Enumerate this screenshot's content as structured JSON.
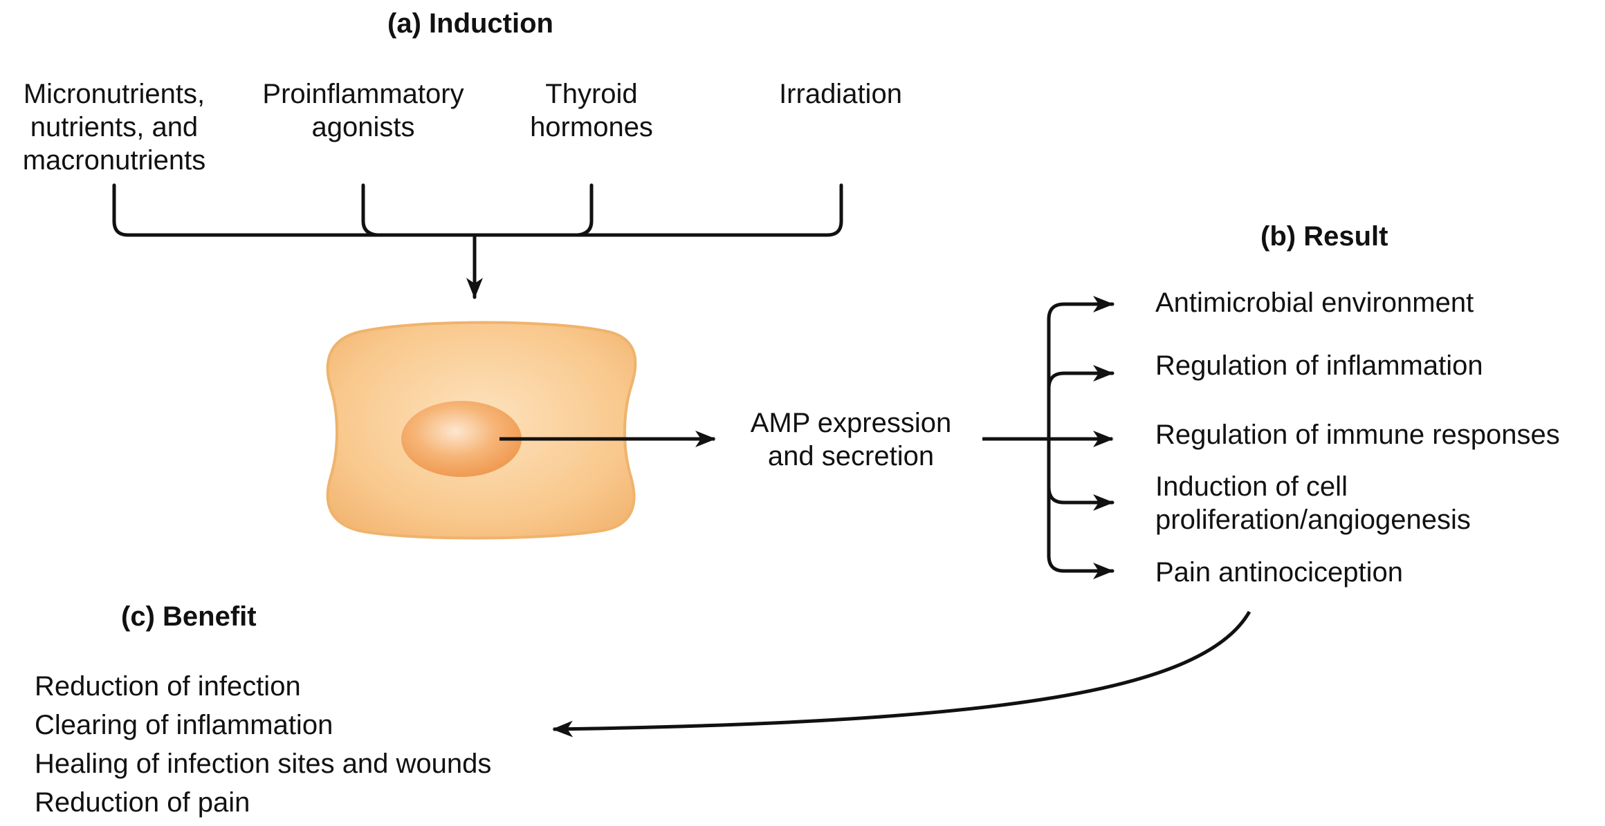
{
  "induction": {
    "heading": "(a) Induction",
    "inducers": [
      {
        "lines": [
          "Micronutrients,",
          "nutrients, and",
          "macronutrients"
        ]
      },
      {
        "lines": [
          "Proinflammatory",
          "agonists"
        ]
      },
      {
        "lines": [
          "Thyroid",
          "hormones"
        ]
      },
      {
        "lines": [
          "Irradiation"
        ]
      }
    ]
  },
  "cell": {
    "output_lines": [
      "AMP expression",
      "and secretion"
    ]
  },
  "result": {
    "heading": "(b) Result",
    "items": [
      {
        "lines": [
          "Antimicrobial environment"
        ]
      },
      {
        "lines": [
          "Regulation of inflammation"
        ]
      },
      {
        "lines": [
          "Regulation of immune responses"
        ]
      },
      {
        "lines": [
          "Induction of cell",
          "proliferation/angiogenesis"
        ]
      },
      {
        "lines": [
          "Pain antinociception"
        ]
      }
    ]
  },
  "benefit": {
    "heading": "(c) Benefit",
    "items": [
      "Reduction of infection",
      "Clearing of inflammation",
      "Healing of infection sites and wounds",
      "Reduction of pain"
    ]
  },
  "colors": {
    "cell_fill": "#f9c98e",
    "cell_edge": "#efb36c",
    "nucleus_fill": "#f3a35d",
    "line": "#111111"
  }
}
